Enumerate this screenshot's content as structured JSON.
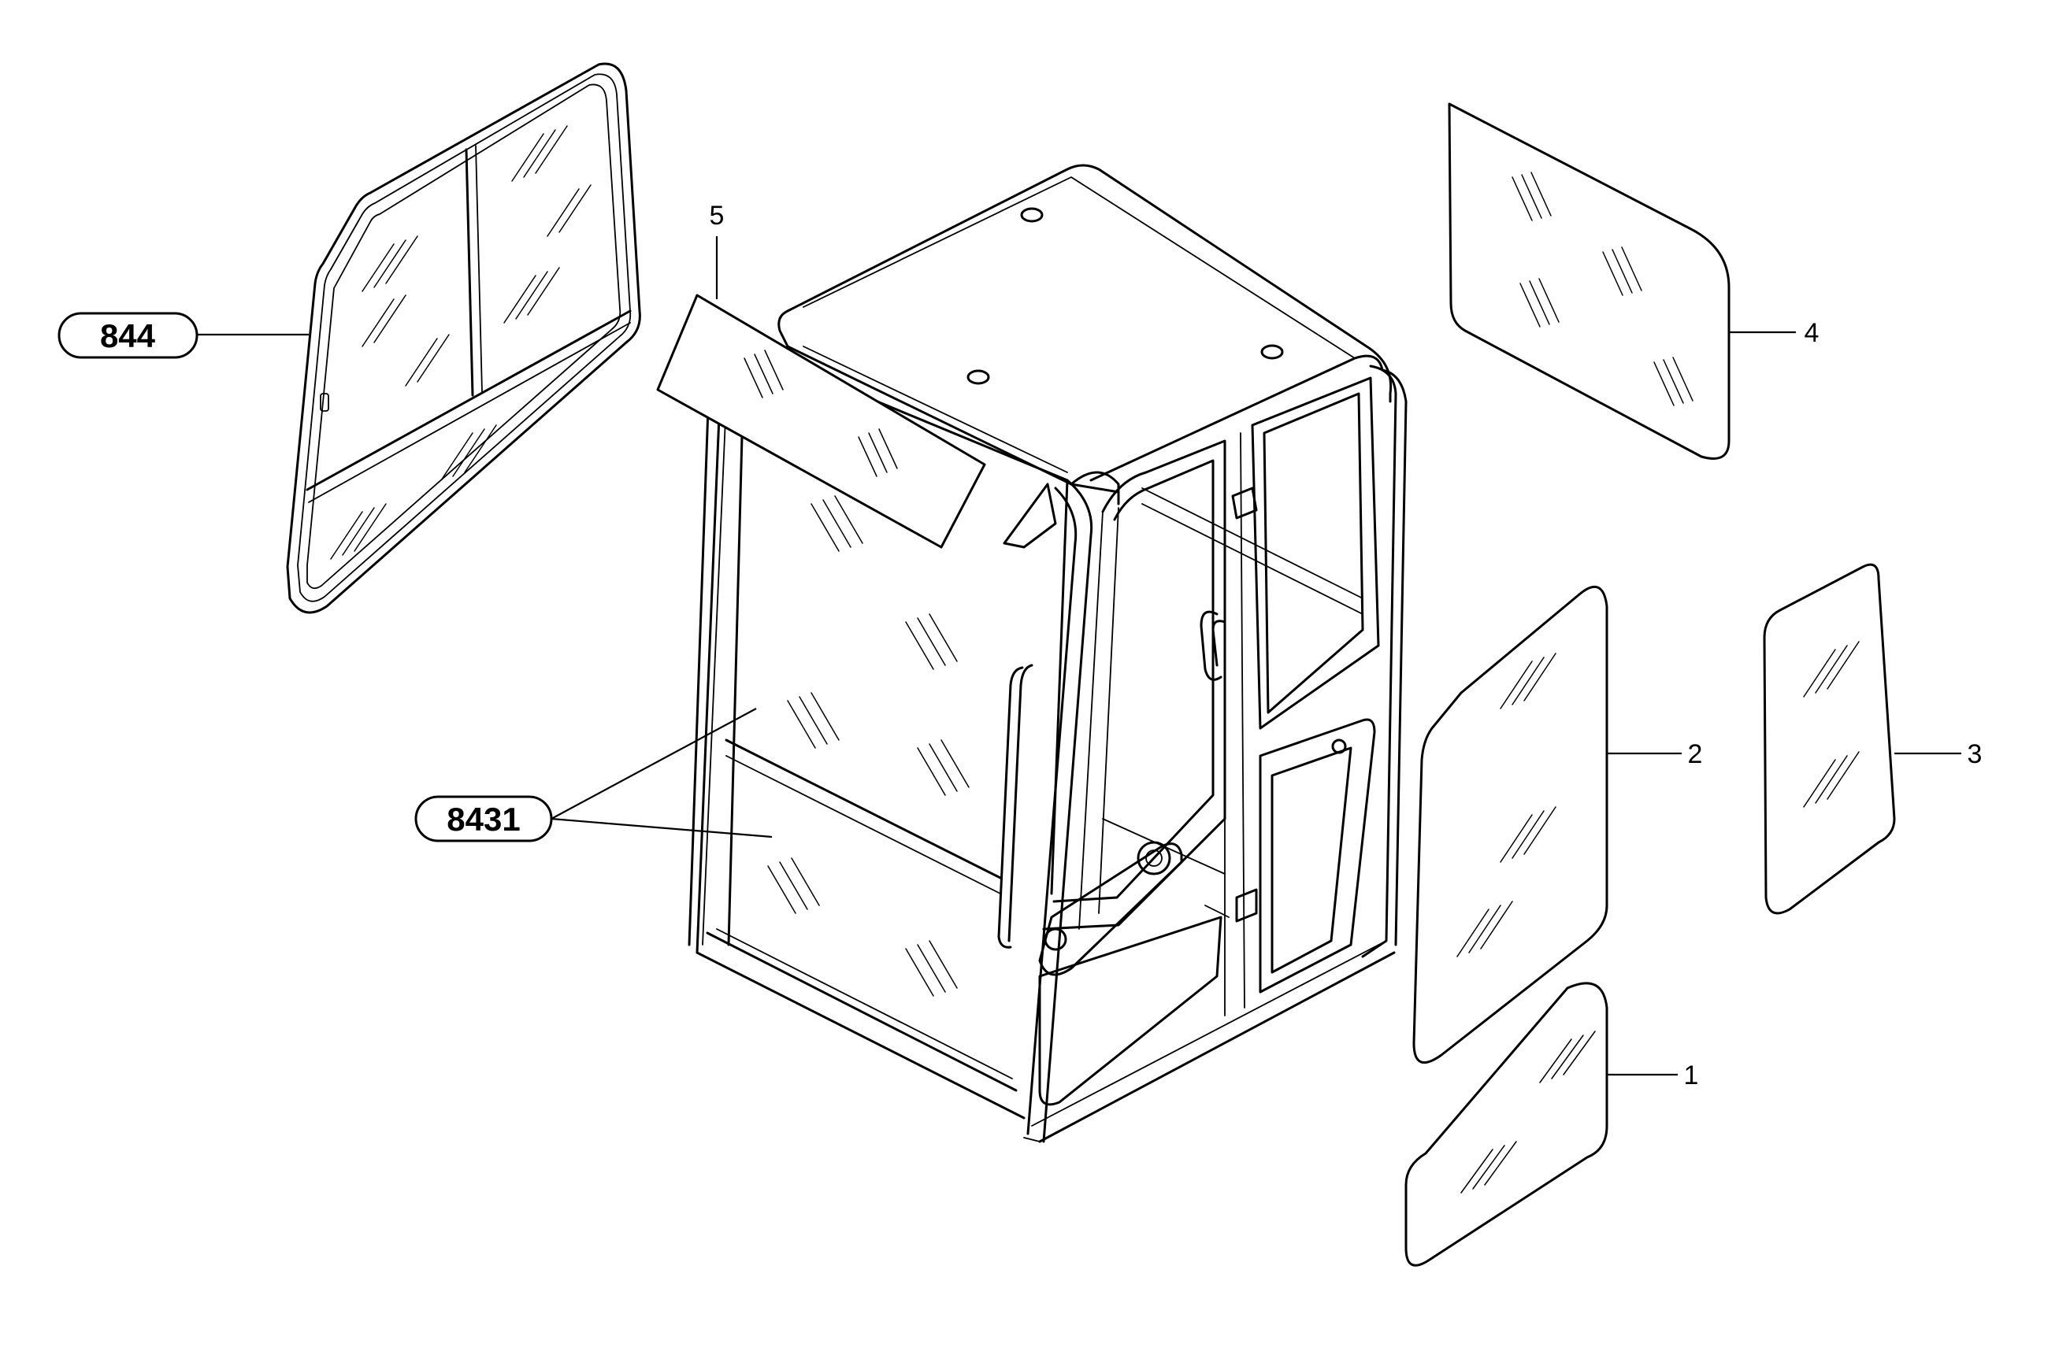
{
  "callouts": {
    "ref_844": "844",
    "ref_8431": "8431",
    "item_1": "1",
    "item_2": "2",
    "item_3": "3",
    "item_4": "4",
    "item_5": "5"
  }
}
